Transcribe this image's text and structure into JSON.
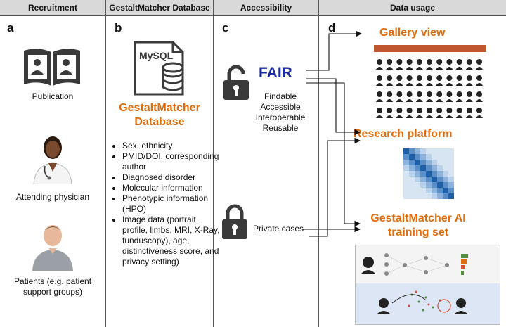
{
  "headers": [
    "Recruitment",
    "GestaltMatcher Database",
    "Accessibility",
    "Data usage"
  ],
  "panel_letters": [
    "a",
    "b",
    "c",
    "d"
  ],
  "recruitment": {
    "publication": "Publication",
    "physician": "Attending physician",
    "patients_line1": "Patients (e.g. patient",
    "patients_line2": "support groups)"
  },
  "database": {
    "mysql_label": "MySQL",
    "title_line1": "GestaltMatcher",
    "title_line2": "Database",
    "fields": [
      "Sex, ethnicity",
      "PMID/DOI, corresponding author",
      "Diagnosed disorder",
      "Molecular information",
      "Phenotypic information (HPO)",
      "Image data (portrait, profile, limbs, MRI, X-Ray, funduscopy), age, distinctiveness score, and privacy setting)"
    ]
  },
  "accessibility": {
    "fair": "FAIR",
    "fair_words": [
      "Findable",
      "Accessible",
      "Interoperable",
      "Reusable"
    ],
    "private": "Private cases"
  },
  "usage": {
    "gallery": "Gallery view",
    "research": "Research platform",
    "training_line1": "GestaltMatcher AI",
    "training_line2": "training set"
  },
  "colors": {
    "orange": "#e36c0a",
    "fair_blue": "#1b2aa0",
    "header_bg": "#d9d9d9"
  }
}
